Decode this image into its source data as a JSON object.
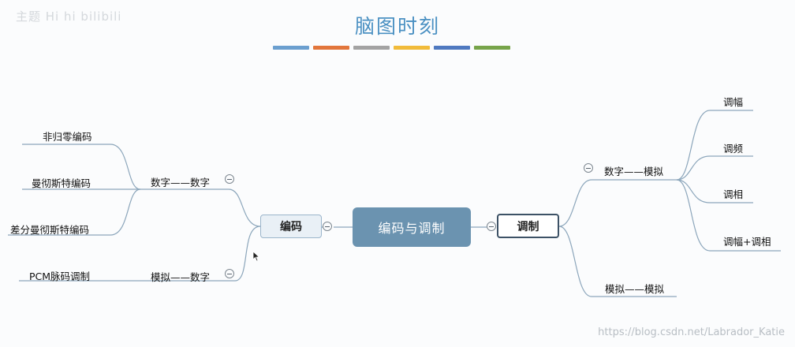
{
  "watermark_top": "主题 Hi hi bilibili",
  "title": "脑图时刻",
  "color_bars": [
    "#6b9fcf",
    "#e2763c",
    "#a3a3a3",
    "#f1bb3a",
    "#4f79c0",
    "#77a44a"
  ],
  "center": "编码与调制",
  "left": {
    "label": "编码",
    "groups": [
      {
        "label": "数字——数字",
        "leaves": [
          "非归零编码",
          "曼彻斯特编码",
          "差分曼彻斯特编码"
        ]
      },
      {
        "label": "模拟——数字",
        "leaves": [
          "PCM脉码调制"
        ]
      }
    ]
  },
  "right": {
    "label": "调制",
    "groups": [
      {
        "label": "数字——模拟",
        "leaves": [
          "调幅",
          "调频",
          "调相",
          "调幅+调相"
        ]
      },
      {
        "label": "模拟——模拟",
        "leaves": []
      }
    ]
  },
  "watermark_bottom": "https://blog.csdn.net/Labrador_Katie"
}
